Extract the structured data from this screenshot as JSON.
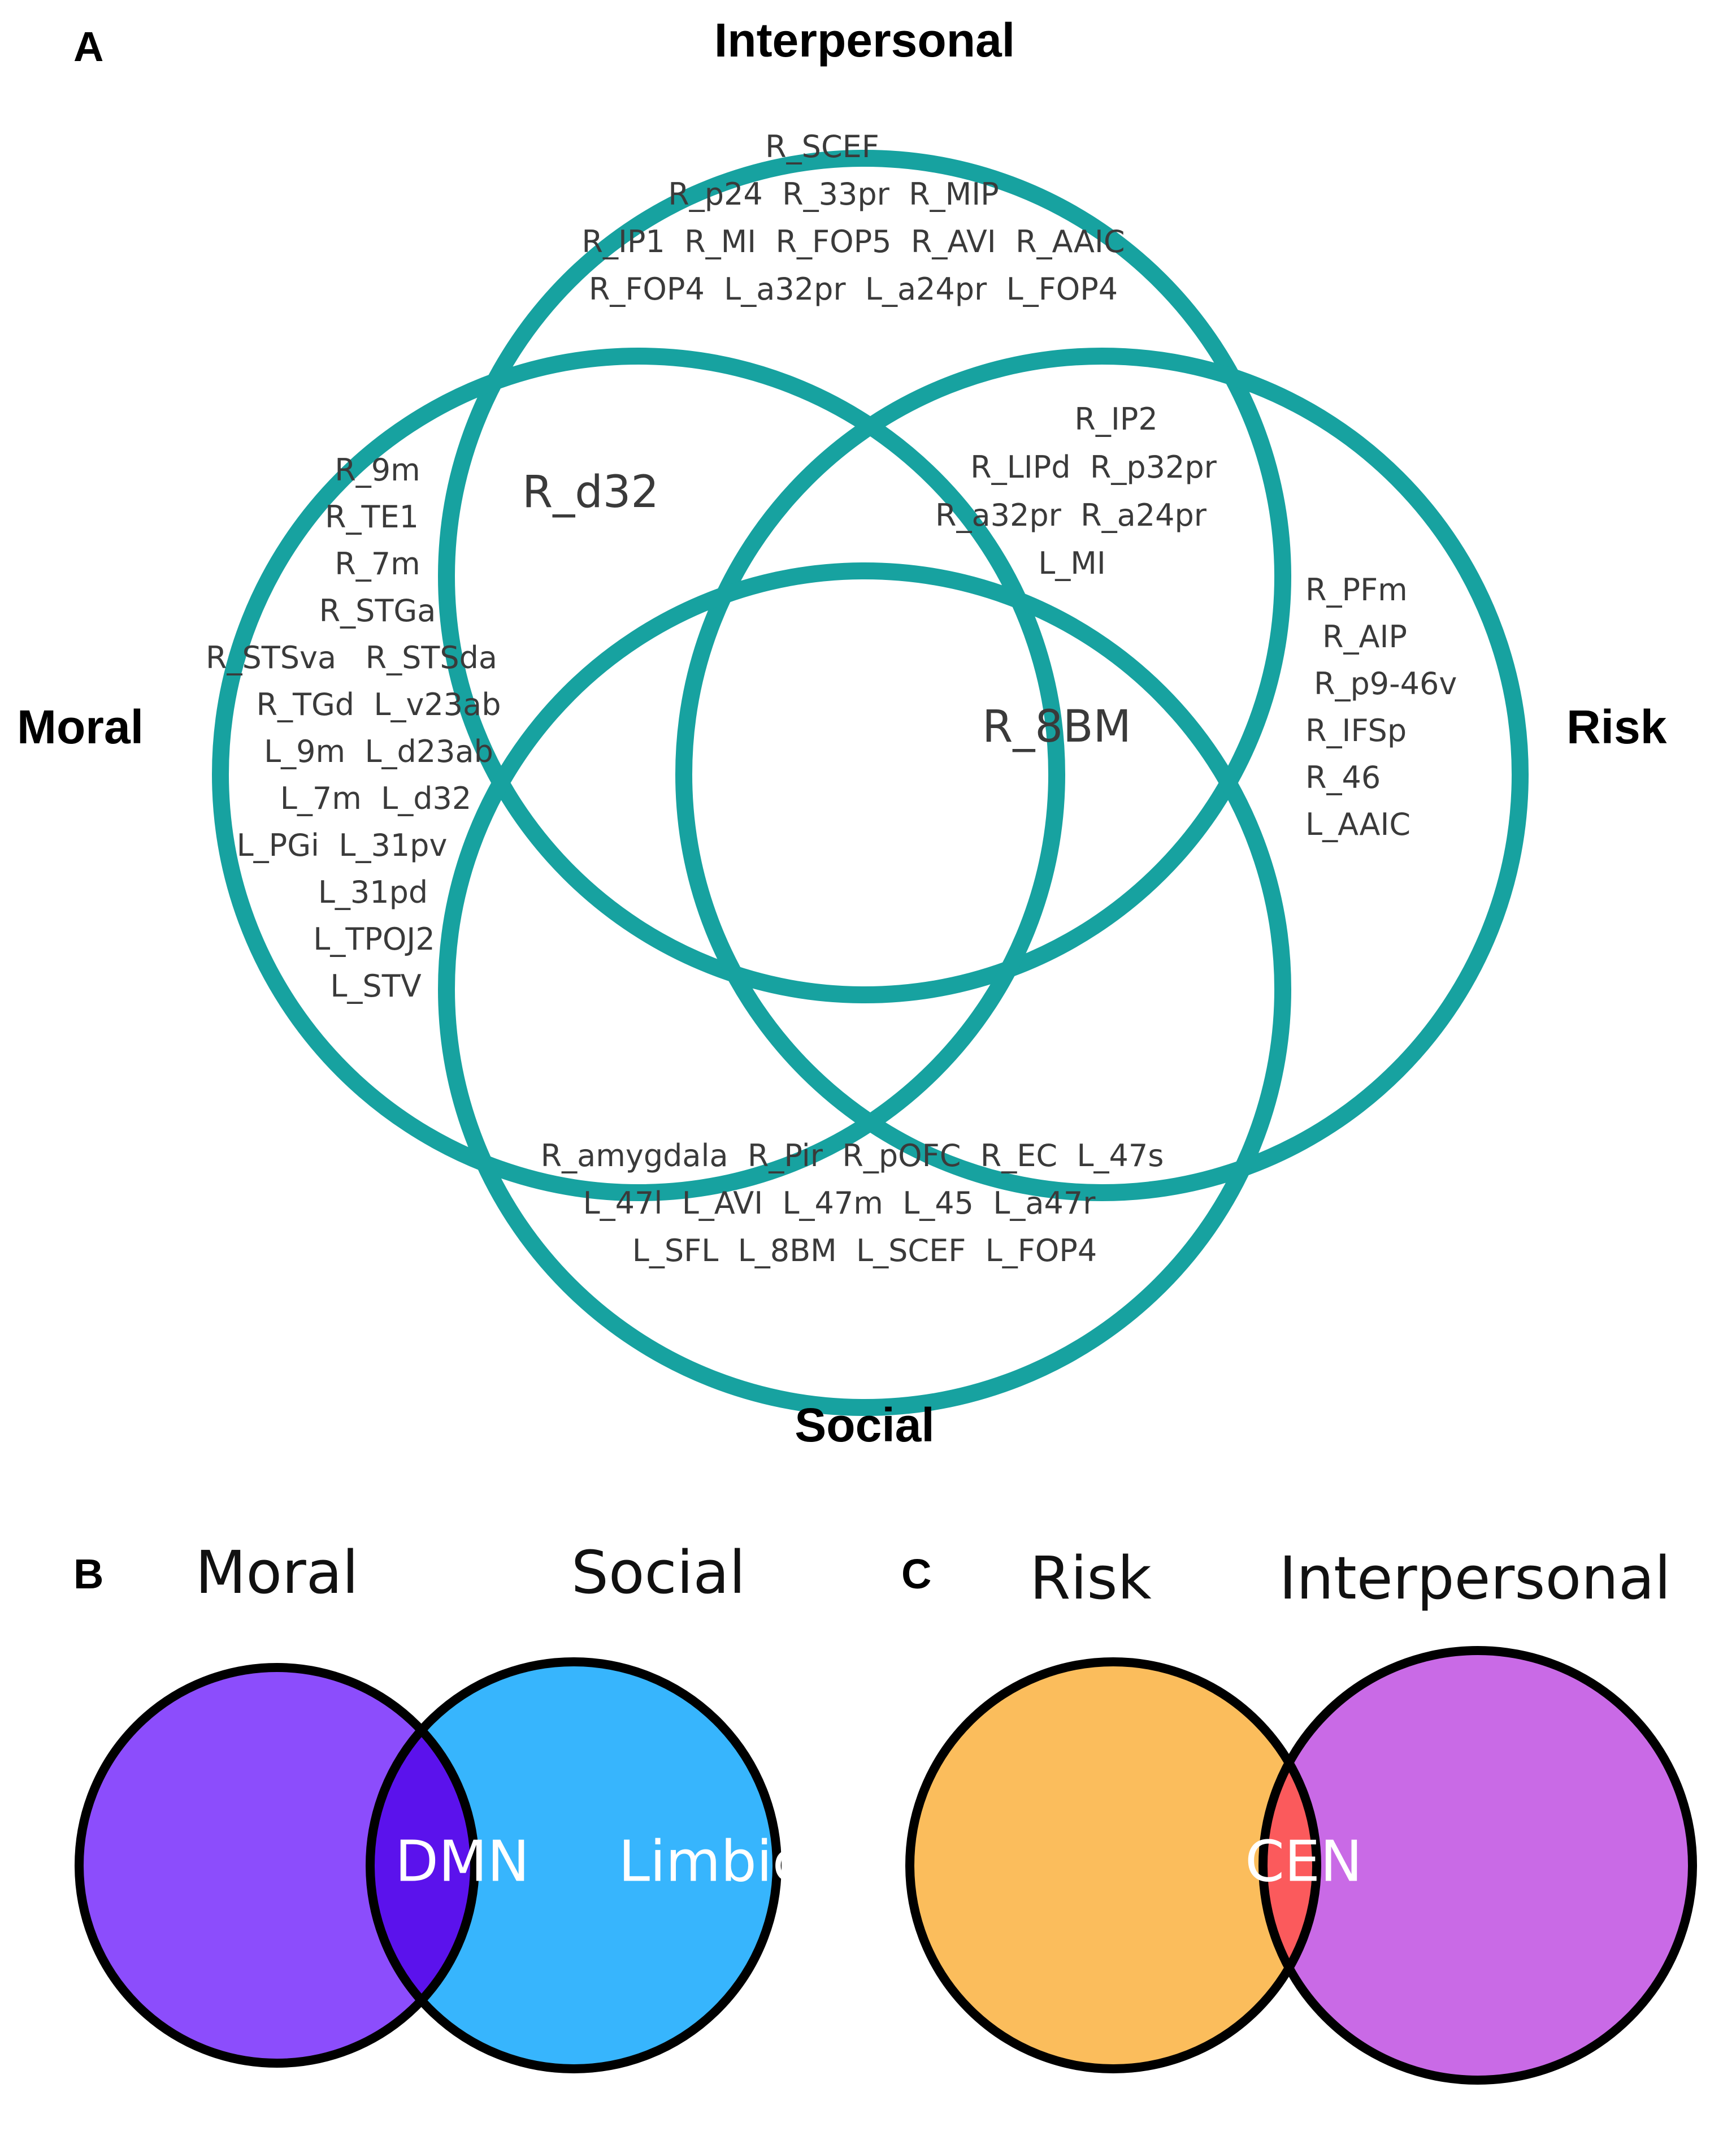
{
  "colors": {
    "ring": "#17a2a0",
    "moral_fill": "#8c4dfc",
    "social_fill": "#37b5fd",
    "dmn_fill": "#5b12ec",
    "risk_fill": "#fbbd5c",
    "interpersonal_fill": "#c96ae6",
    "cen_fill": "#fb5a5c"
  },
  "panel_a": {
    "letter": "A",
    "sets": {
      "interpersonal": "Interpersonal",
      "moral": "Moral",
      "risk": "Risk",
      "social": "Social"
    },
    "regions": {
      "interpersonal_only": [
        "R_SCEF",
        "R_p24  R_33pr  R_MIP",
        "R_IP1  R_MI  R_FOP5  R_AVI  R_AAIC",
        "R_FOP4  L_a32pr  L_a24pr  L_FOP4"
      ],
      "moral_interpersonal": "R_d32",
      "interpersonal_risk": [
        "R_IP2",
        "R_LIPd  R_p32pr",
        "R_a32pr  R_a24pr",
        "L_MI"
      ],
      "moral_only": [
        "R_9m",
        "R_TE1",
        "R_7m",
        "R_STGa",
        "R_STSva   R_STSda",
        "R_TGd  L_v23ab",
        "L_9m  L_d23ab",
        "L_7m  L_d32",
        "L_PGi  L_31pv",
        "L_31pd",
        "L_TPOJ2",
        "L_STV"
      ],
      "risk_only": [
        "R_PFm",
        "R_AIP",
        "R_p9-46v",
        "R_IFSp",
        "R_46",
        "L_AAIC"
      ],
      "interpersonal_risk_social": "R_8BM",
      "social_only": [
        "R_amygdala  R_Pir  R_pOFC  R_EC  L_47s",
        "L_47l  L_AVI  L_47m  L_45  L_a47r",
        "L_SFL  L_8BM  L_SCEF  L_FOP4"
      ]
    }
  },
  "panel_b": {
    "letter": "B",
    "left_title": "Moral",
    "right_title": "Social",
    "overlap_label": "DMN",
    "right_label": "Limbic"
  },
  "panel_c": {
    "letter": "C",
    "left_title": "Risk",
    "right_title": "Interpersonal",
    "overlap_label": "CEN"
  }
}
